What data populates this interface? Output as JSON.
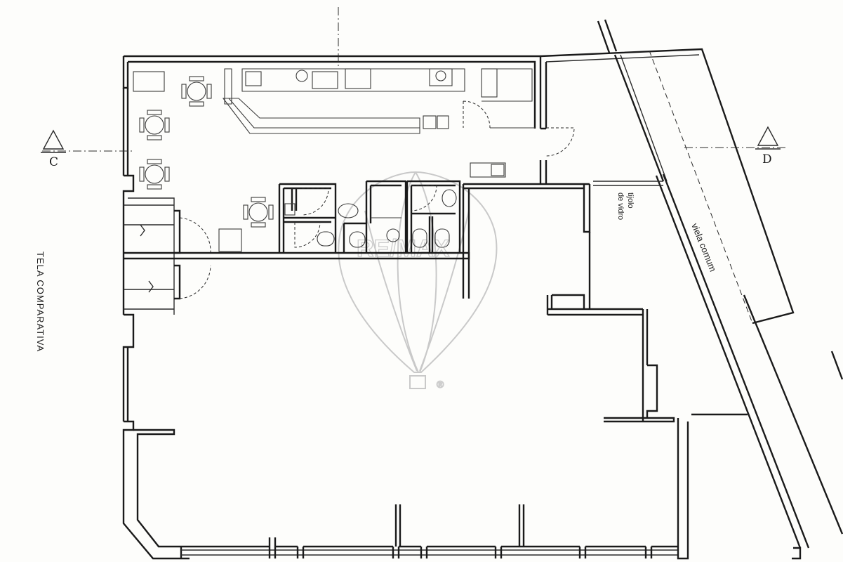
{
  "sections": {
    "left_marker": "C",
    "right_marker": "D"
  },
  "labels": {
    "side_wall": "TELA COMPARATIVA",
    "alley": "viela comum",
    "glass_brick_line1": "tijolo",
    "glass_brick_line2": "de vidro"
  },
  "watermark": {
    "brand": "RE/MAX",
    "mark": "®"
  },
  "colors": {
    "line": "#1a1a1a",
    "paper": "#fdfdfb",
    "watermark": "#c9c9c9"
  }
}
